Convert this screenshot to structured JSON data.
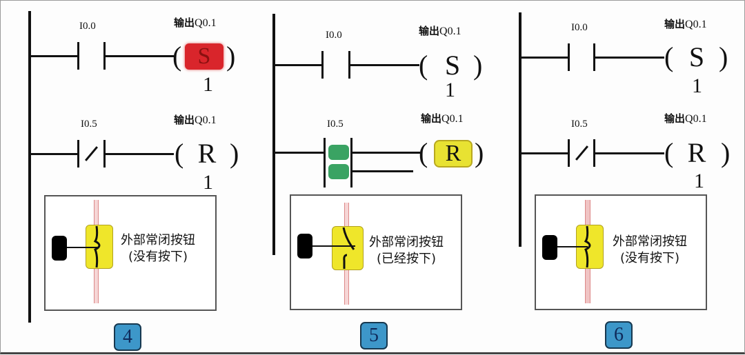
{
  "panels": [
    {
      "step": "4",
      "rung1": {
        "contact": "I0.0",
        "output_label": "输出",
        "output_addr": "Q0.1",
        "coil": "S",
        "coil_state": "highlighted-red",
        "param": "1"
      },
      "rung2": {
        "contact": "I0.5",
        "contact_type": "normally-closed",
        "output_label": "输出",
        "output_addr": "Q0.1",
        "coil": "R",
        "param": "1"
      },
      "button": {
        "line1": "外部常闭按钮",
        "line2": "(没有按下)",
        "state": "not-pressed"
      }
    },
    {
      "step": "5",
      "rung1": {
        "contact": "I0.0",
        "output_label": "输出",
        "output_addr": "Q0.1",
        "coil": "S",
        "param": "1"
      },
      "rung2": {
        "contact": "I0.5",
        "contact_type": "normally-closed-active",
        "output_label": "输出",
        "output_addr": "Q0.1",
        "coil": "R",
        "coil_state": "highlighted-yellow"
      },
      "button": {
        "line1": "外部常闭按钮",
        "line2": "(已经按下)",
        "state": "pressed"
      }
    },
    {
      "step": "6",
      "rung1": {
        "contact": "I0.0",
        "output_label": "输出",
        "output_addr": "Q0.1",
        "coil": "S",
        "param": "1"
      },
      "rung2": {
        "contact": "I0.5",
        "contact_type": "normally-closed",
        "output_label": "输出",
        "output_addr": "Q0.1",
        "coil": "R",
        "param": "1"
      },
      "button": {
        "line1": "外部常闭按钮",
        "line2": "(没有按下)",
        "state": "not-pressed"
      }
    }
  ],
  "colors": {
    "set_highlight": "#d9252b",
    "reset_highlight": "#e8e232",
    "active_contact": "#3aa363",
    "badge": "#3d97c9",
    "button_body": "#efe62a"
  }
}
